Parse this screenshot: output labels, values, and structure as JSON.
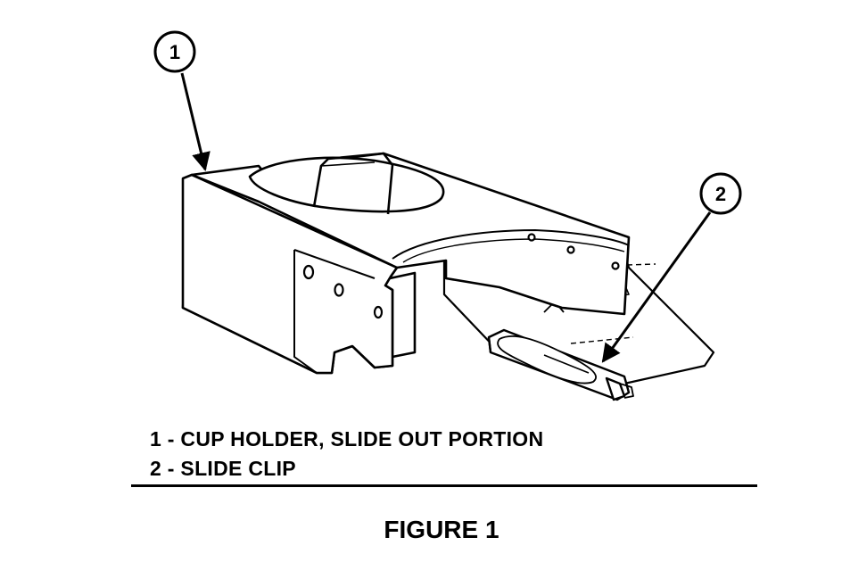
{
  "callouts": [
    {
      "number": "1"
    },
    {
      "number": "2"
    }
  ],
  "legend": [
    {
      "number": "1",
      "label": "1 - CUP HOLDER, SLIDE OUT PORTION"
    },
    {
      "number": "2",
      "label": "2 - SLIDE CLIP"
    }
  ],
  "figure_title": "FIGURE 1",
  "colors": {
    "ink": "#000000",
    "paper": "#ffffff"
  }
}
